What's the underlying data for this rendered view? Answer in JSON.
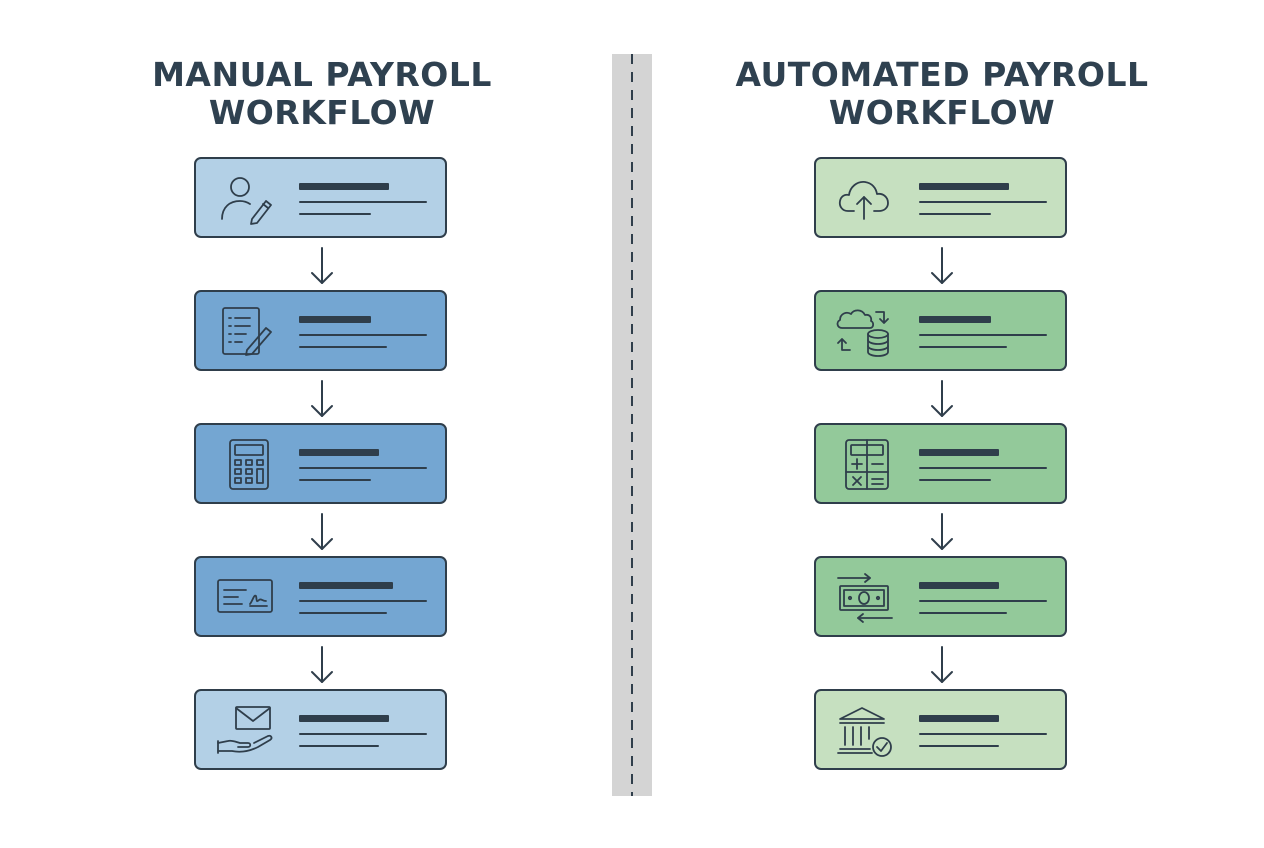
{
  "manual": {
    "title_line1": "MANUAL PAYROLL",
    "title_line2": "WORKFLOW",
    "steps": [
      {
        "icon": "person-edit-icon",
        "fill": "#b3d0e6"
      },
      {
        "icon": "form-edit-icon",
        "fill": "#74a6d2"
      },
      {
        "icon": "calculator-icon",
        "fill": "#74a6d2"
      },
      {
        "icon": "check-signature-icon",
        "fill": "#74a6d2"
      },
      {
        "icon": "hand-envelope-icon",
        "fill": "#b3d0e6"
      }
    ]
  },
  "automated": {
    "title_line1": "AUTOMATED PAYROLL",
    "title_line2": "WORKFLOW",
    "steps": [
      {
        "icon": "cloud-upload-icon",
        "fill": "#c6e0c0"
      },
      {
        "icon": "cloud-database-sync-icon",
        "fill": "#93c99a"
      },
      {
        "icon": "calculator-icon",
        "fill": "#93c99a"
      },
      {
        "icon": "money-transfer-icon",
        "fill": "#93c99a"
      },
      {
        "icon": "bank-check-icon",
        "fill": "#c6e0c0"
      }
    ]
  },
  "colors": {
    "title": "#2f4150",
    "stroke": "#2f3e4b",
    "divider": "#d4d4d4"
  }
}
